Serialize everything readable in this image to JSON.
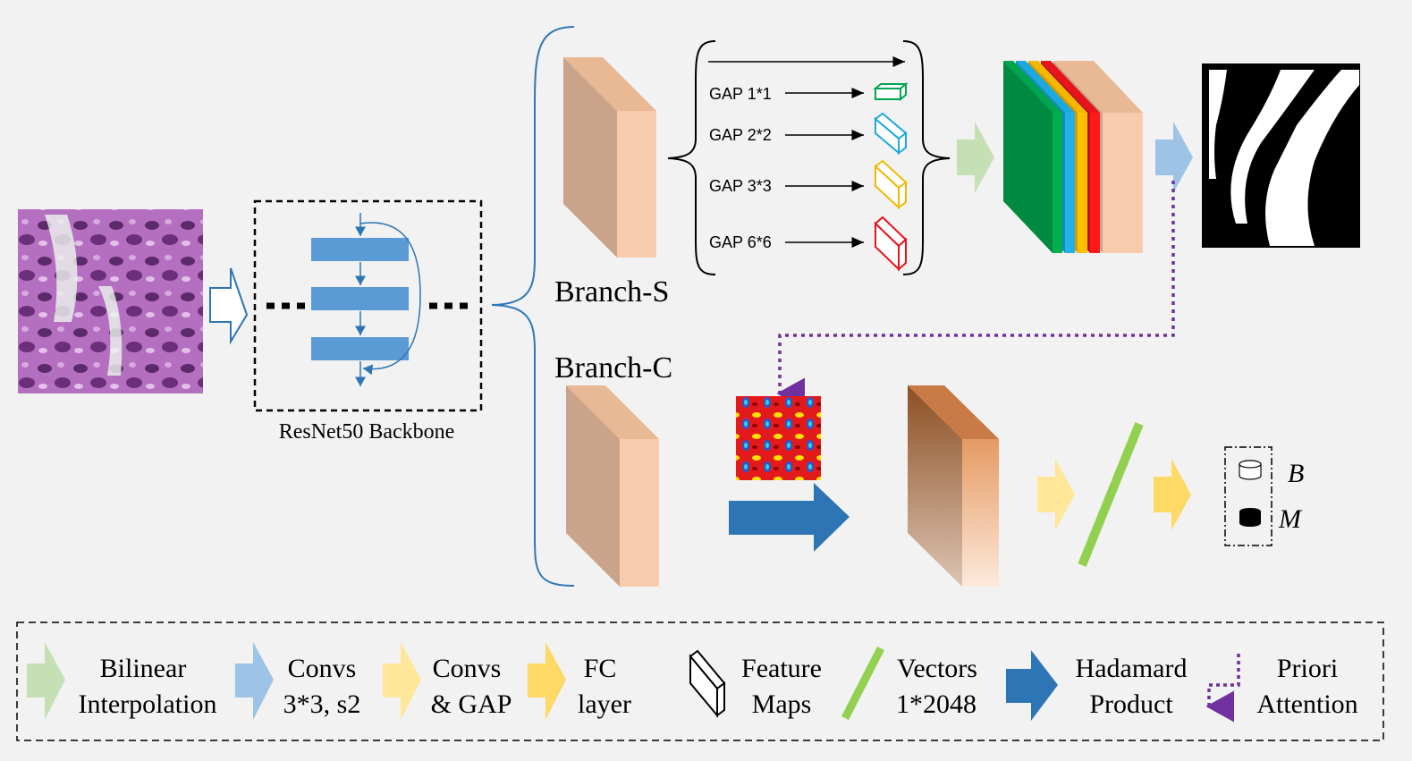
{
  "backbone": {
    "caption": "ResNet50 Backbone"
  },
  "branches": {
    "s_label": "Branch-S",
    "c_label": "Branch-C"
  },
  "gap_labels": [
    "GAP 1*1",
    "GAP 2*2",
    "GAP 3*3",
    "GAP 6*6"
  ],
  "gap_colors": [
    "#00a550",
    "#1aa9e0",
    "#f2b800",
    "#e8141c"
  ],
  "classes": {
    "benign": "B",
    "malignant": "M"
  },
  "legend": {
    "bilinear": {
      "line1": "Bilinear",
      "line2": "Interpolation"
    },
    "convs_s2": {
      "line1": "Convs",
      "line2": "3*3, s2"
    },
    "convs_gap": {
      "line1": "Convs",
      "line2": "& GAP"
    },
    "fc": {
      "line1": "FC",
      "line2": "layer"
    },
    "feature_maps": {
      "line1": "Feature",
      "line2": "Maps"
    },
    "vectors": {
      "line1": "Vectors",
      "line2": "1*2048"
    },
    "hadamard": {
      "line1": "Hadamard",
      "line2": "Product"
    },
    "priori": {
      "line1": "Priori",
      "line2": "Attention"
    }
  },
  "colors": {
    "bilinear_arrow": "#c5e0b4",
    "convs_s2_arrow": "#9dc3e6",
    "convs_gap_arrow": "#ffe699",
    "fc_arrow": "#ffd966",
    "hadamard_arrow": "#2e75b6",
    "vector_green": "#92d050",
    "attention_purple": "#7030a0",
    "feature_front": "#f8cbad",
    "feature_side": "#c9a38a",
    "bracket_blue": "#2e75b6"
  },
  "icons": [
    "histology-image",
    "segmentation-mask-image",
    "attention-heatmap-image",
    "benign-cylinder-icon",
    "malignant-cylinder-icon"
  ]
}
